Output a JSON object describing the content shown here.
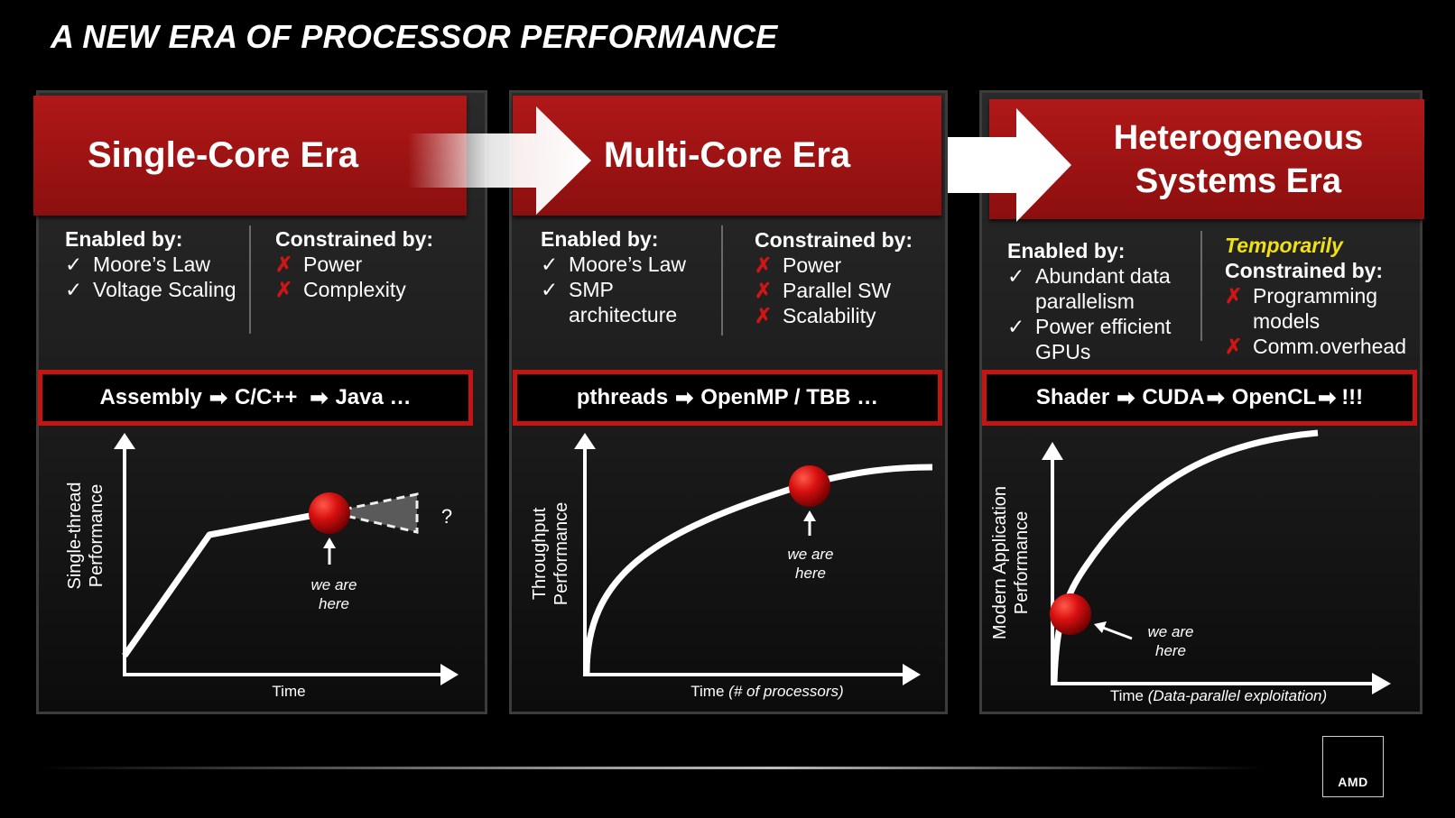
{
  "title": "A NEW ERA OF PROCESSOR PERFORMANCE",
  "panels": [
    {
      "era": "Single-Core Era",
      "enabled_heading": "Enabled by:",
      "enabled_items": [
        "Moore’s Law",
        "Voltage Scaling"
      ],
      "constrained_heading": "Constrained by:",
      "constrained_items": [
        "Power",
        "Complexity"
      ],
      "lang": [
        "Assembly",
        "C/C++",
        "Java …"
      ],
      "graph": {
        "ylabel_line1": "Single-thread",
        "ylabel_line2": "Performance",
        "xlabel": "Time",
        "here_line1": "we are",
        "here_line2": "here",
        "question": "?"
      }
    },
    {
      "era": "Multi-Core Era",
      "enabled_heading": "Enabled by:",
      "enabled_items": [
        "Moore’s Law",
        "SMP architecture"
      ],
      "constrained_heading": "Constrained by:",
      "constrained_items": [
        "Power",
        "Parallel SW",
        "Scalability"
      ],
      "lang": [
        "pthreads",
        "OpenMP / TBB …"
      ],
      "graph": {
        "ylabel_line1": "Throughput",
        "ylabel_line2": "Performance",
        "xlabel_plain": "Time ",
        "xlabel_italic": "(# of processors)",
        "here_line1": "we are",
        "here_line2": "here"
      }
    },
    {
      "era_line1": "Heterogeneous",
      "era_line2": "Systems Era",
      "enabled_heading": "Enabled by:",
      "enabled_items": [
        "Abundant data parallelism",
        "Power efficient GPUs"
      ],
      "constrained_prefix": "Temporarily",
      "constrained_heading": "Constrained by:",
      "constrained_items": [
        "Programming models",
        "Comm.overhead"
      ],
      "lang": [
        "Shader",
        "CUDA",
        "OpenCL",
        "!!!"
      ],
      "graph": {
        "ylabel_line1": "Modern Application",
        "ylabel_line2": "Performance",
        "xlabel_plain": "Time ",
        "xlabel_italic": "(Data-parallel exploitation)",
        "here_line1": "we are",
        "here_line2": "here"
      }
    }
  ],
  "logo": "AMD",
  "icons": {
    "check": "check-icon",
    "cross": "cross-icon",
    "arrow": "right-arrow-icon"
  },
  "colors": {
    "banner_red": "#a01414",
    "cross_red": "#d01515",
    "highlight_yellow": "#f0e014"
  }
}
